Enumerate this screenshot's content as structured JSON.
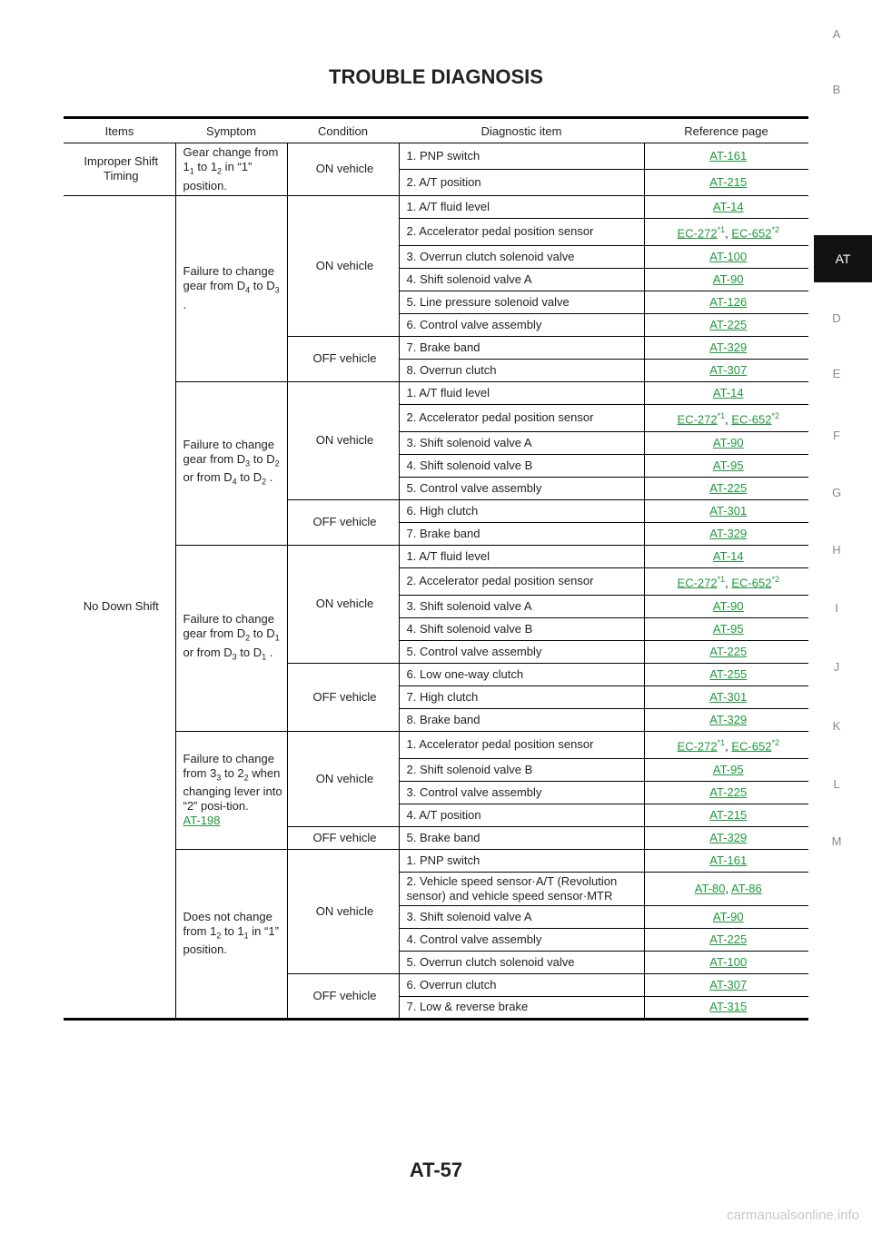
{
  "header": {
    "title": "TROUBLE DIAGNOSIS"
  },
  "footer": {
    "page": "AT-57"
  },
  "watermark": "carmanualsonline.info",
  "side_index": [
    "A",
    "B",
    "AT",
    "D",
    "E",
    "F",
    "G",
    "H",
    "I",
    "J",
    "K",
    "L",
    "M"
  ],
  "side_active": "AT",
  "table": {
    "headers": [
      "Items",
      "Symptom",
      "Condition",
      "Diagnostic item",
      "Reference page"
    ],
    "items": [
      {
        "label": "Improper Shift Timing"
      },
      {
        "label": "No Down Shift"
      }
    ],
    "symptoms": [
      {
        "prefix": "Gear change from 1",
        "s1": "1",
        "mid": " to 1",
        "s2": "2",
        "suffix": " in “1” position."
      },
      {
        "prefix": "Failure to change gear from D",
        "s1": "4",
        "mid": " to D",
        "s2": "3",
        "suffix": " ."
      },
      {
        "prefix": "Failure to change gear from D",
        "s1": "3",
        "mid": " to D",
        "s2": "2",
        "mid2": " or from D",
        "s3": "4",
        "mid3": " to D",
        "s4": "2",
        "suffix": " ."
      },
      {
        "prefix": "Failure to change gear from D",
        "s1": "2",
        "mid": " to D",
        "s2": "1",
        "mid2": " or from D",
        "s3": "3",
        "mid3": " to D",
        "s4": "1",
        "suffix": " ."
      },
      {
        "prefix": "Failure to change from 3",
        "s1": "3",
        "mid": " to 2",
        "s2": "2",
        "suffix": " when changing lever into “2” posi-tion.",
        "link": "AT-198"
      },
      {
        "prefix": "Does not change from 1",
        "s1": "2",
        "mid": " to 1",
        "s2": "1",
        "suffix": " in “1” position."
      }
    ],
    "conditions": [
      "ON vehicle",
      "ON vehicle",
      "OFF vehicle",
      "ON vehicle",
      "OFF vehicle",
      "ON vehicle",
      "OFF vehicle",
      "ON vehicle",
      "OFF vehicle",
      "ON vehicle",
      "OFF vehicle"
    ],
    "footnote_marks": {
      "a": "*1",
      "b": "*2"
    },
    "rows": [
      {
        "diag": "1. PNP switch",
        "ref": "AT-161"
      },
      {
        "diag": "2. A/T position",
        "ref": "AT-215"
      },
      {
        "diag": "1. A/T fluid level",
        "ref": "AT-14"
      },
      {
        "diag": "2. Accelerator pedal position sensor",
        "ref": "EC-272",
        "ref2": "EC-652"
      },
      {
        "diag": "3. Overrun clutch solenoid valve",
        "ref": "AT-100"
      },
      {
        "diag": "4. Shift solenoid valve A",
        "ref": "AT-90"
      },
      {
        "diag": "5. Line pressure solenoid valve",
        "ref": "AT-126"
      },
      {
        "diag": "6. Control valve assembly",
        "ref": "AT-225"
      },
      {
        "diag": "7. Brake band",
        "ref": "AT-329"
      },
      {
        "diag": "8. Overrun clutch",
        "ref": "AT-307"
      },
      {
        "diag": "1. A/T fluid level",
        "ref": "AT-14"
      },
      {
        "diag": "2. Accelerator pedal position sensor",
        "ref": "EC-272",
        "ref2": "EC-652"
      },
      {
        "diag": "3. Shift solenoid valve A",
        "ref": "AT-90"
      },
      {
        "diag": "4. Shift solenoid valve B",
        "ref": "AT-95"
      },
      {
        "diag": "5. Control valve assembly",
        "ref": "AT-225"
      },
      {
        "diag": "6. High clutch",
        "ref": "AT-301"
      },
      {
        "diag": "7. Brake band",
        "ref": "AT-329"
      },
      {
        "diag": "1. A/T fluid level",
        "ref": "AT-14"
      },
      {
        "diag": "2. Accelerator pedal position sensor",
        "ref": "EC-272",
        "ref2": "EC-652"
      },
      {
        "diag": "3. Shift solenoid valve A",
        "ref": "AT-90"
      },
      {
        "diag": "4. Shift solenoid valve B",
        "ref": "AT-95"
      },
      {
        "diag": "5. Control valve assembly",
        "ref": "AT-225"
      },
      {
        "diag": "6. Low one-way clutch",
        "ref": "AT-255"
      },
      {
        "diag": "7. High clutch",
        "ref": "AT-301"
      },
      {
        "diag": "8. Brake band",
        "ref": "AT-329"
      },
      {
        "diag": "1. Accelerator pedal position sensor",
        "ref": "EC-272",
        "ref2": "EC-652"
      },
      {
        "diag": "2. Shift solenoid valve B",
        "ref": "AT-95"
      },
      {
        "diag": "3. Control valve assembly",
        "ref": "AT-225"
      },
      {
        "diag": "4. A/T position",
        "ref": "AT-215"
      },
      {
        "diag": "5. Brake band",
        "ref": "AT-329"
      },
      {
        "diag": "1. PNP switch",
        "ref": "AT-161"
      },
      {
        "diag": "2. Vehicle speed sensor·A/T (Revolution sensor) and vehicle speed sensor·MTR",
        "ref": "AT-80",
        "ref2": "AT-86"
      },
      {
        "diag": "3. Shift solenoid valve A",
        "ref": "AT-90"
      },
      {
        "diag": "4. Control valve assembly",
        "ref": "AT-225"
      },
      {
        "diag": "5. Overrun clutch solenoid valve",
        "ref": "AT-100"
      },
      {
        "diag": "6. Overrun clutch",
        "ref": "AT-307"
      },
      {
        "diag": "7. Low & reverse brake",
        "ref": "AT-315"
      }
    ]
  }
}
